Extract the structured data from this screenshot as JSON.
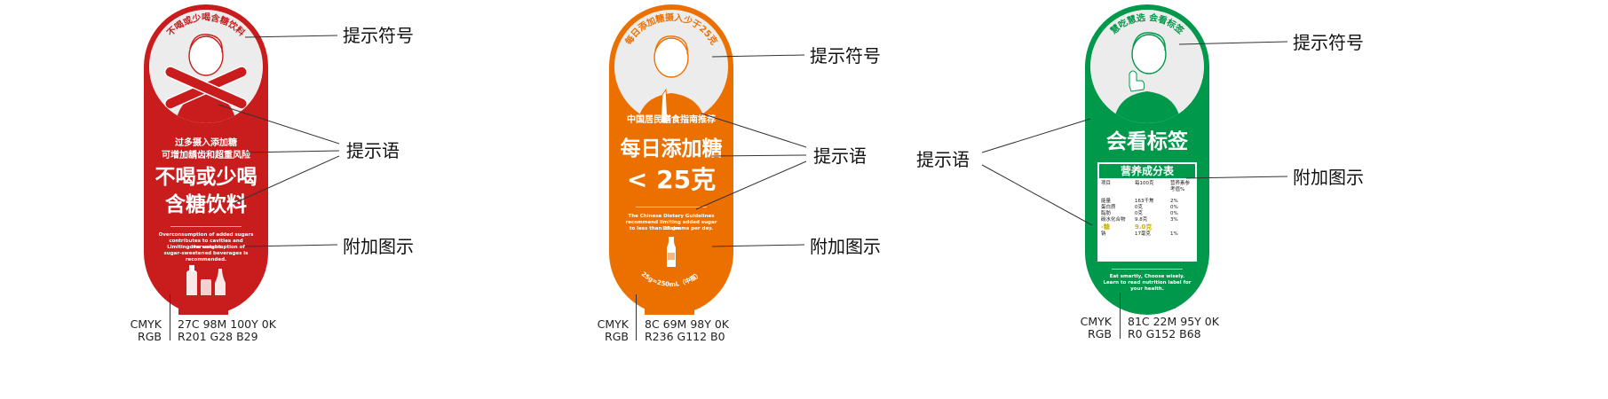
{
  "panels": [
    {
      "id": "red",
      "color": "#c91c1d",
      "arc_text": "不喝或少喝含糖饮料",
      "subtitle_lines": [
        "过多摄入添加糖",
        "可增加龋齿和超重风险"
      ],
      "headline_lines": [
        "不喝或少喝",
        "含糖饮料"
      ],
      "english_lines": [
        "Overconsumption of added sugars",
        "contributes to cavities and overweight.",
        "Limiting the consumption of",
        "sugar-sweetened beverages is recommended."
      ],
      "callouts": {
        "symbol": "提示符号",
        "slogan": "提示语",
        "graphic": "附加图示"
      },
      "spec": {
        "cmyk_label": "CMYK",
        "rgb_label": "RGB",
        "cmyk": "27C 98M 100Y 0K",
        "rgb": "R201 G28 B29"
      }
    },
    {
      "id": "orange",
      "color": "#ec7000",
      "arc_text": "每日添加糖摄入少于25克",
      "subtitle_lines": [
        "中国居民膳食指南推荐"
      ],
      "headline_lines": [
        "每日添加糖",
        "< 25克"
      ],
      "english_lines": [
        "The Chinese Dietary Guidelines",
        "recommend limiting added sugar intake",
        "to less than 25 grams per day."
      ],
      "bottom_text": "25g≈250mL（中瓶）",
      "callouts": {
        "symbol": "提示符号",
        "slogan": "提示语",
        "graphic": "附加图示"
      },
      "spec": {
        "cmyk_label": "CMYK",
        "rgb_label": "RGB",
        "cmyk": "8C 69M 98Y 0K",
        "rgb": "R236 G112 B0"
      }
    },
    {
      "id": "green",
      "color": "#00984a",
      "arc_text": "慧吃慧选 会看标签",
      "headline_lines": [
        "会看标签"
      ],
      "nutrition": {
        "title": "营养成分表",
        "header": [
          "项目",
          "每100克",
          "营养素参考值%"
        ],
        "rows": [
          [
            "能量",
            "163千焦",
            "2%"
          ],
          [
            "蛋白质",
            "0克",
            "0%"
          ],
          [
            "脂肪",
            "0克",
            "0%"
          ],
          [
            "碳水化合物",
            "9.8克",
            "3%"
          ],
          [
            "-糖",
            "9.0克",
            ""
          ],
          [
            "钠",
            "17毫克",
            "1%"
          ]
        ]
      },
      "english_lines": [
        "Eat smartly, Choose wisely.",
        "Learn to read nutrition label for your health."
      ],
      "callouts": {
        "symbol": "提示符号",
        "slogan": "提示语",
        "graphic": "附加图示"
      },
      "spec": {
        "cmyk_label": "CMYK",
        "rgb_label": "RGB",
        "cmyk": "81C 22M 95Y 0K",
        "rgb": "R0 G152 B68"
      }
    }
  ]
}
